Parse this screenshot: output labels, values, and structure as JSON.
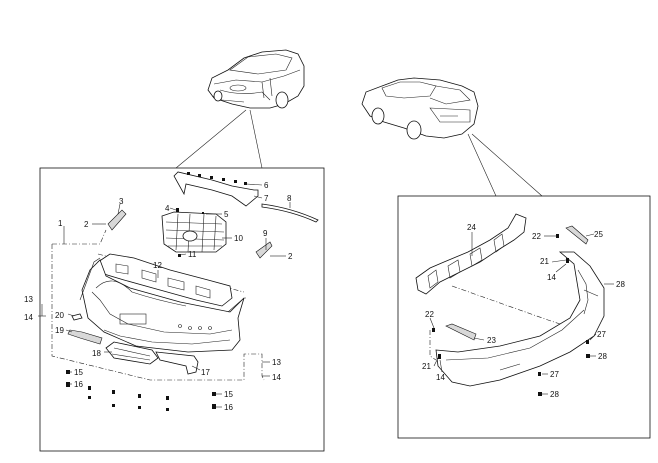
{
  "diagram": {
    "front_callouts": {
      "c1": "1",
      "c2a": "2",
      "c2b": "2",
      "c3": "3",
      "c4": "4",
      "c5": "5",
      "c6": "6",
      "c7": "7",
      "c8": "8",
      "c9": "9",
      "c10": "10",
      "c11": "11",
      "c12": "12",
      "c13a": "13",
      "c13b": "13",
      "c14a": "14",
      "c14b": "14",
      "c15a": "15",
      "c15b": "15",
      "c16a": "16",
      "c16b": "16",
      "c17": "17",
      "c18": "18",
      "c19": "19",
      "c20": "20"
    },
    "rear_callouts": {
      "c14": "14",
      "c21a": "21",
      "c21b": "21",
      "c22a": "22",
      "c22b": "22",
      "c23": "23",
      "c24": "24",
      "c25": "25",
      "c27a": "27",
      "c27b": "27",
      "c28a": "28",
      "c28b": "28",
      "c28c": "28"
    },
    "colors": {
      "line": "#111111",
      "background": "#ffffff",
      "part_fill": "#ffffff"
    }
  }
}
